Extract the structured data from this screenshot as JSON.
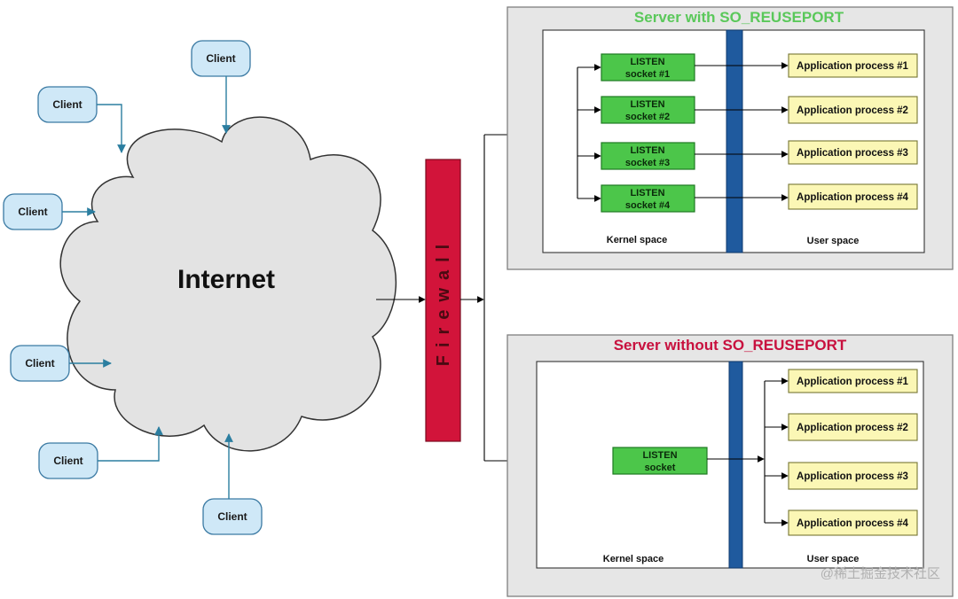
{
  "internet": {
    "label": "Internet"
  },
  "clients": [
    {
      "label": "Client"
    },
    {
      "label": "Client"
    },
    {
      "label": "Client"
    },
    {
      "label": "Client"
    },
    {
      "label": "Client"
    },
    {
      "label": "Client"
    }
  ],
  "firewall": {
    "label": "Firewall"
  },
  "server_with": {
    "title": "Server with SO_REUSEPORT",
    "sockets": [
      {
        "line1": "LISTEN",
        "line2": "socket #1"
      },
      {
        "line1": "LISTEN",
        "line2": "socket #2"
      },
      {
        "line1": "LISTEN",
        "line2": "socket #3"
      },
      {
        "line1": "LISTEN",
        "line2": "socket #4"
      }
    ],
    "processes": [
      "Application process #1",
      "Application process #2",
      "Application process #3",
      "Application process #4"
    ],
    "kernel_label": "Kernel space",
    "user_label": "User space"
  },
  "server_without": {
    "title": "Server without SO_REUSEPORT",
    "socket": {
      "line1": "LISTEN",
      "line2": "socket"
    },
    "processes": [
      "Application process #1",
      "Application process #2",
      "Application process #3",
      "Application process #4"
    ],
    "kernel_label": "Kernel space",
    "user_label": "User space"
  },
  "watermark": "@稀土掘金技术社区",
  "colors": {
    "client_fill": "#cfe8f7",
    "listen_fill": "#4cc64a",
    "app_fill": "#fbf7b5",
    "firewall_fill": "#d2143a",
    "divider_fill": "#1f5a9e",
    "title_with": "#5ac85a",
    "title_without": "#c8103e"
  }
}
